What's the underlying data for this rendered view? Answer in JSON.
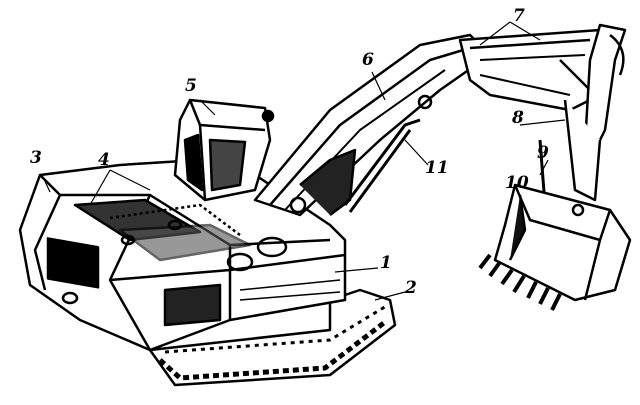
{
  "figure": {
    "subject": "excavator",
    "callouts": [
      {
        "id": "1",
        "text": "1"
      },
      {
        "id": "2",
        "text": "2"
      },
      {
        "id": "3",
        "text": "3"
      },
      {
        "id": "4",
        "text": "4"
      },
      {
        "id": "5",
        "text": "5"
      },
      {
        "id": "6",
        "text": "6"
      },
      {
        "id": "7",
        "text": "7"
      },
      {
        "id": "8",
        "text": "8"
      },
      {
        "id": "9",
        "text": "9"
      },
      {
        "id": "10",
        "text": "10"
      },
      {
        "id": "11",
        "text": "11"
      }
    ]
  }
}
